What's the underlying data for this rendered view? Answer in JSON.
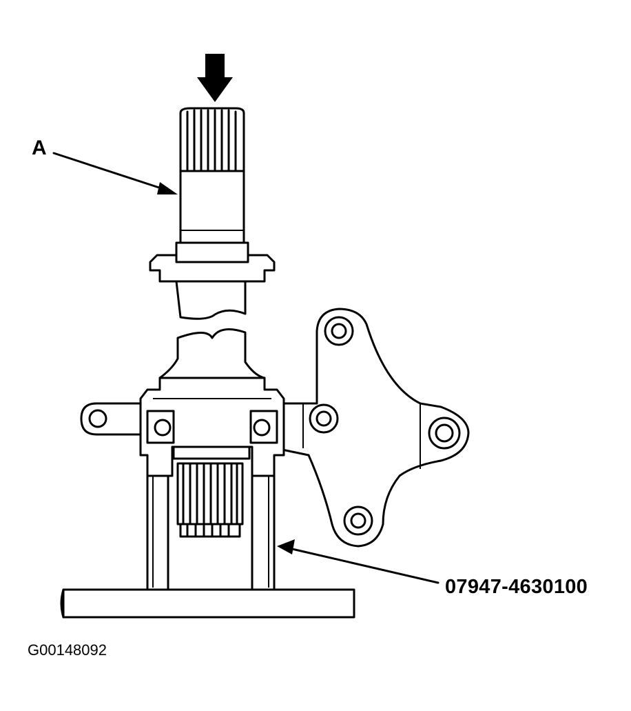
{
  "labels": {
    "part_a": "A",
    "tool_number": "07947-4630100",
    "figure_id": "G00148092"
  },
  "icons": {
    "press_arrow": "down-arrow-icon",
    "callout_a": "leader-arrow-icon",
    "callout_tool": "leader-arrow-icon"
  }
}
